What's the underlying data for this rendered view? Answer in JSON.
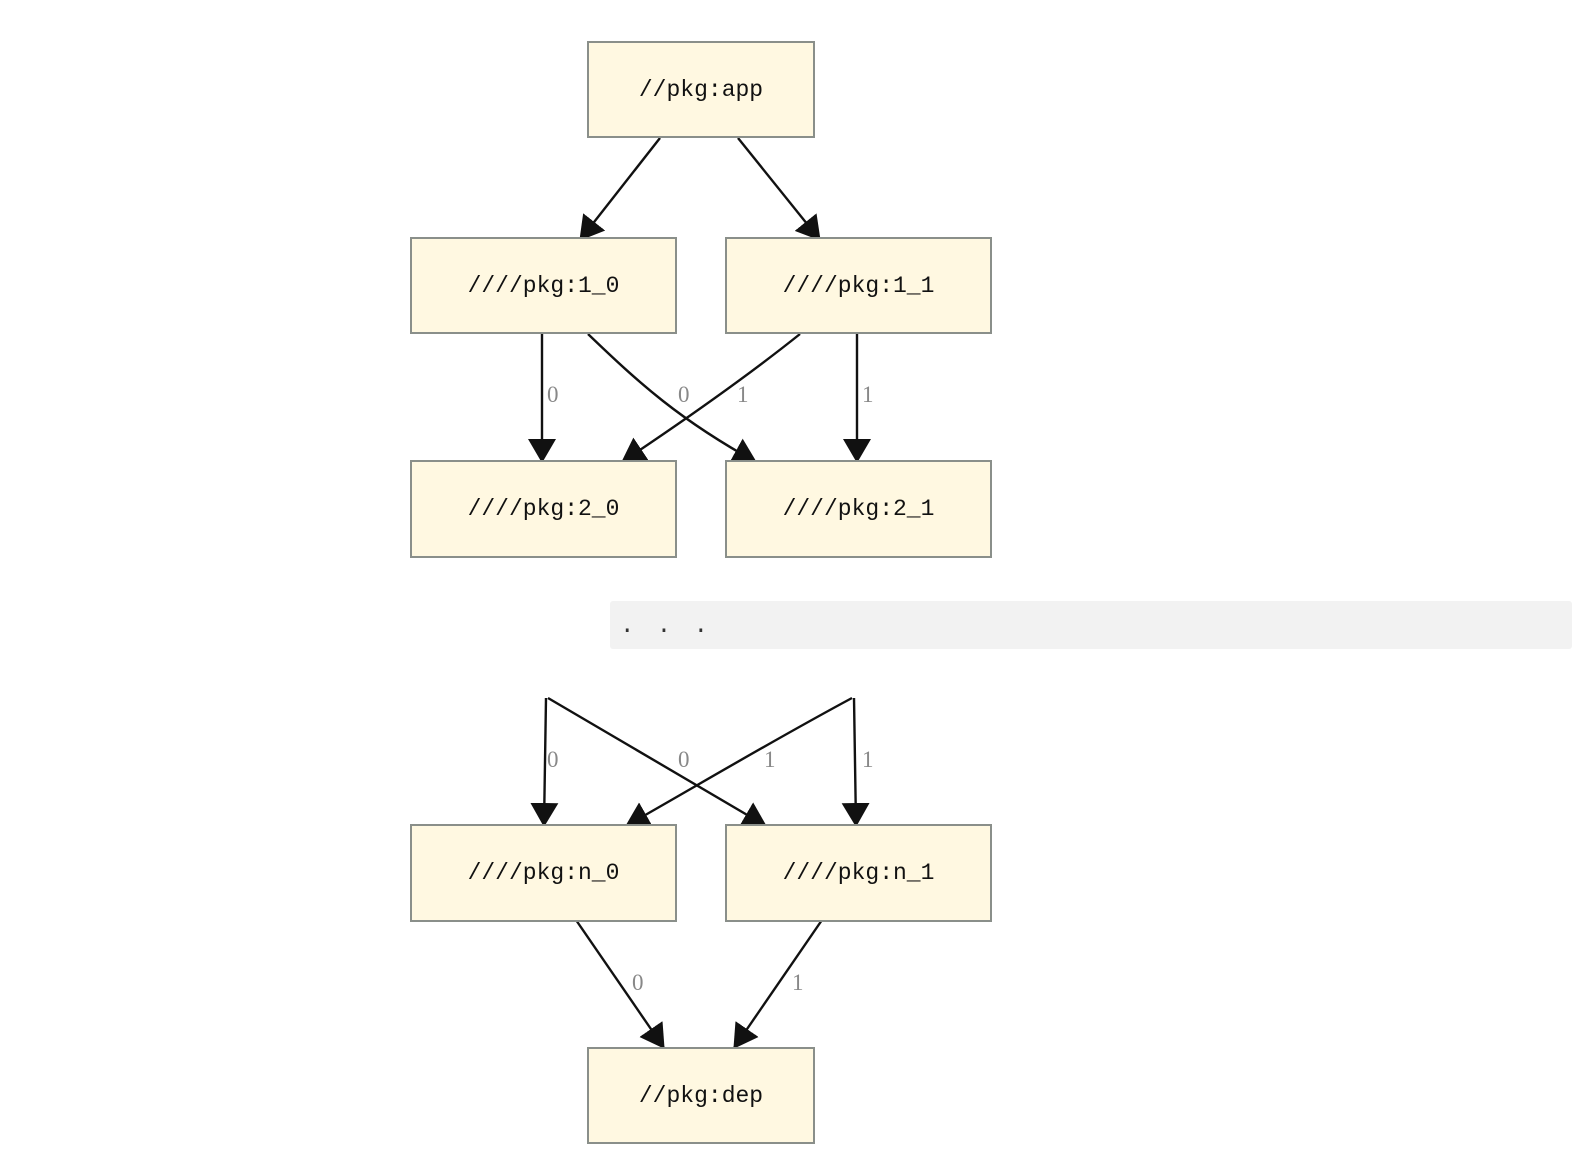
{
  "nodes": {
    "app": "//pkg:app",
    "n1_0": "////pkg:1_0",
    "n1_1": "////pkg:1_1",
    "n2_0": "////pkg:2_0",
    "n2_1": "////pkg:2_1",
    "nn_0": "////pkg:n_0",
    "nn_1": "////pkg:n_1",
    "dep": "//pkg:dep"
  },
  "ellipsis": ". . .",
  "edge_labels": {
    "e1_0_to_2_0": "0",
    "e1_0_to_2_1": "0",
    "e1_1_to_2_0": "1",
    "e1_1_to_2_1": "1",
    "ein_left_to_n_0": "0",
    "ein_left_to_n_1": "0",
    "ein_right_to_n_0": "1",
    "ein_right_to_n_1": "1",
    "en_0_to_dep": "0",
    "en_1_to_dep": "1"
  }
}
